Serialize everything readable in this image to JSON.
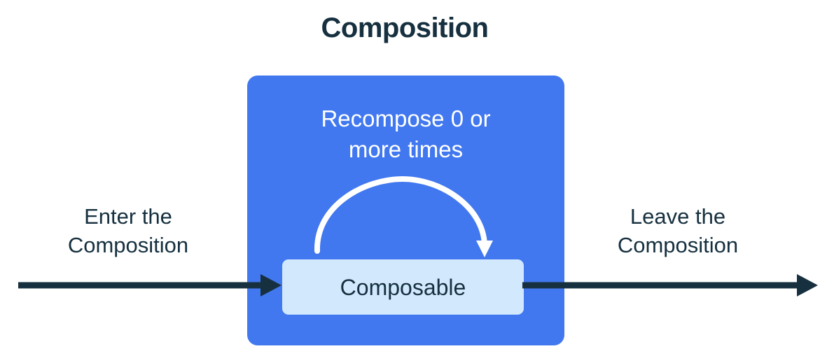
{
  "title": "Composition",
  "colors": {
    "background": "#ffffff",
    "composition_box": "#4178ef",
    "composable_box": "#d2e9fd",
    "text_dark": "#16303f",
    "text_light": "#ffffff",
    "arrow_dark": "#16303f",
    "arrow_light": "#ffffff"
  },
  "composition": {
    "recompose_caption_line1": "Recompose 0 or",
    "recompose_caption_line2": "more times",
    "composable_label": "Composable",
    "recompose_arrow_name": "recompose-loop-arrow"
  },
  "enter": {
    "label_line1": "Enter the",
    "label_line2": "Composition",
    "arrow_name": "enter-flow-arrow"
  },
  "leave": {
    "label_line1": "Leave the",
    "label_line2": "Composition",
    "arrow_name": "leave-flow-arrow"
  }
}
